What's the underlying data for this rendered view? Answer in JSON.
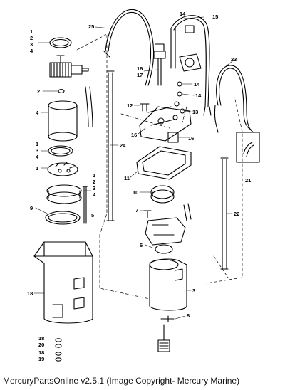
{
  "footer": {
    "caption": "MercuryPartsOnline v2.5.1 (Image Copyright- Mercury Marine)"
  },
  "callouts": {
    "armature_set": [
      "1",
      "2",
      "3",
      "4"
    ],
    "screw_2": "2",
    "tube_4": "4",
    "magnet_set": [
      "1",
      "3",
      "4"
    ],
    "armature_1": "1",
    "seal_stack": [
      "1",
      "2",
      "3",
      "4"
    ],
    "bolt_5": "5",
    "ring_9": "9",
    "housing_18": "18",
    "bottom_18": "18",
    "bottom_20": "20",
    "bottom_18b": "18",
    "bottom_19": "19",
    "hose_25": "25",
    "hose_24": "24",
    "hose_15": "15",
    "hose_14": "14",
    "valve_16": "16",
    "valve_17": "17",
    "fitting_14a": "14",
    "fitting_14b": "14",
    "fitting_13": "13",
    "screws_12": "12",
    "cover_16": "16",
    "cap_16": "16",
    "gasket_11": "11",
    "cap_10": "10",
    "bolt_7": "7",
    "oring_6": "6",
    "pump_3": "3",
    "bolt_8": "8",
    "hose_23": "23",
    "elbow_21": "21",
    "hose_22": "22"
  }
}
